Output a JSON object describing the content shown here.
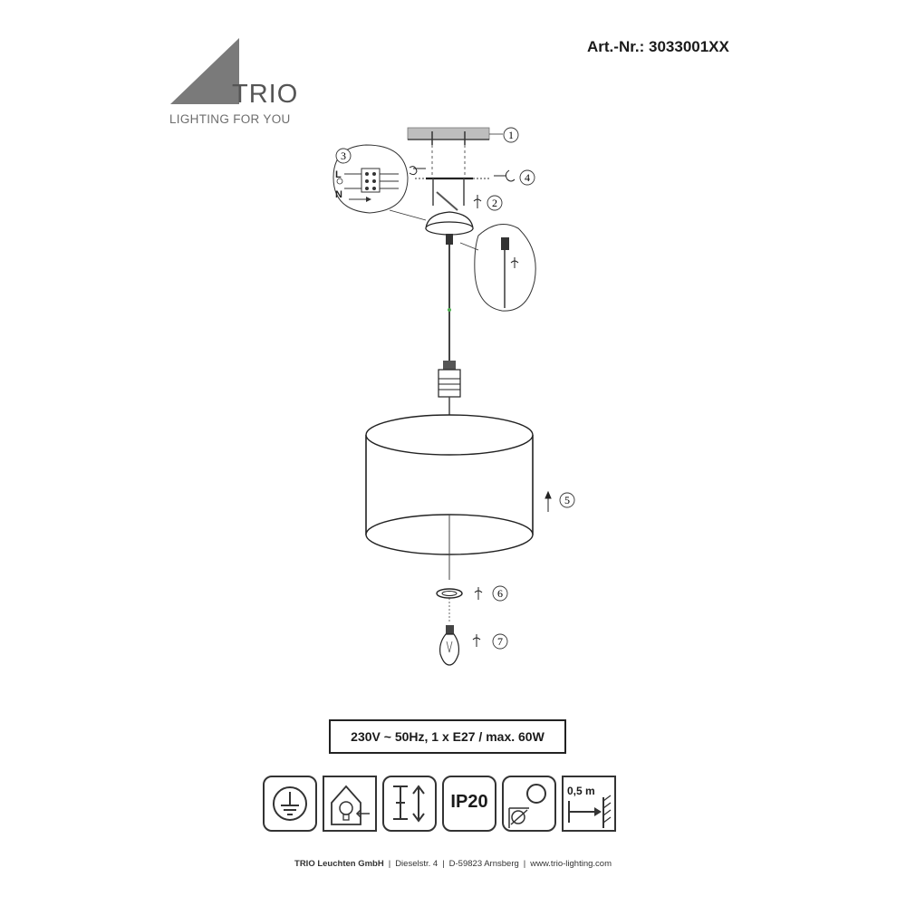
{
  "brand": {
    "name": "TRIO",
    "tagline": "LIGHTING FOR YOU"
  },
  "article_number": "Art.-Nr.: 3033001XX",
  "steps": [
    "1",
    "2",
    "3",
    "4",
    "5",
    "6",
    "7"
  ],
  "wiring_labels": {
    "live": "L",
    "neutral": "N"
  },
  "spec": "230V ~ 50Hz, 1 x E27 / max. 60W",
  "symbols": {
    "ip_rating": "IP20",
    "distance": "0,5 m",
    "icons": [
      "protective-earth-icon",
      "lamp-replaceable-icon",
      "height-adjustable-icon",
      "ip20-icon",
      "no-dimmer-icon",
      "min-distance-icon"
    ]
  },
  "footer": {
    "company": "TRIO Leuchten GmbH",
    "street": "Dieselstr. 4",
    "city": "D-59823 Arnsberg",
    "website": "www.trio-lighting.com"
  },
  "colors": {
    "logo_gray": "#7a7a7a",
    "line": "#222222"
  }
}
